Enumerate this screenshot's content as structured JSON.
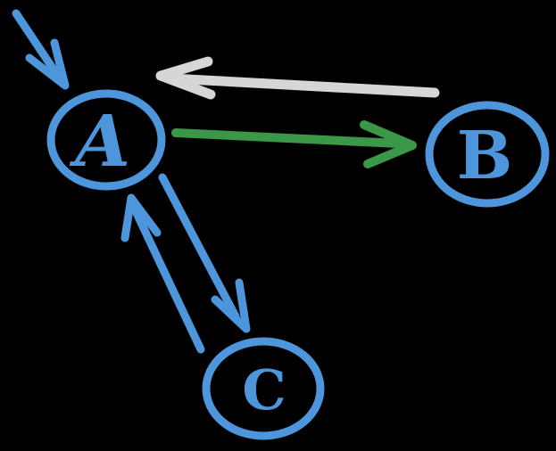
{
  "canvas": {
    "background": "#000000"
  },
  "colors": {
    "blue": "#4e96dc",
    "green": "#3b9848",
    "gray": "#d6d6d6"
  },
  "nodes": [
    {
      "id": "A",
      "label": "A"
    },
    {
      "id": "B",
      "label": "B"
    },
    {
      "id": "C",
      "label": "C"
    }
  ],
  "edges": [
    {
      "name": "incoming-arrow",
      "to": "A",
      "color": "#4e96dc"
    },
    {
      "name": "b-to-a",
      "from": "B",
      "to": "A",
      "color": "#d6d6d6"
    },
    {
      "name": "a-to-b",
      "from": "A",
      "to": "B",
      "color": "#3b9848"
    },
    {
      "name": "a-to-c",
      "from": "A",
      "to": "C",
      "color": "#4e96dc"
    },
    {
      "name": "c-to-a",
      "from": "C",
      "to": "A",
      "color": "#4e96dc"
    }
  ]
}
